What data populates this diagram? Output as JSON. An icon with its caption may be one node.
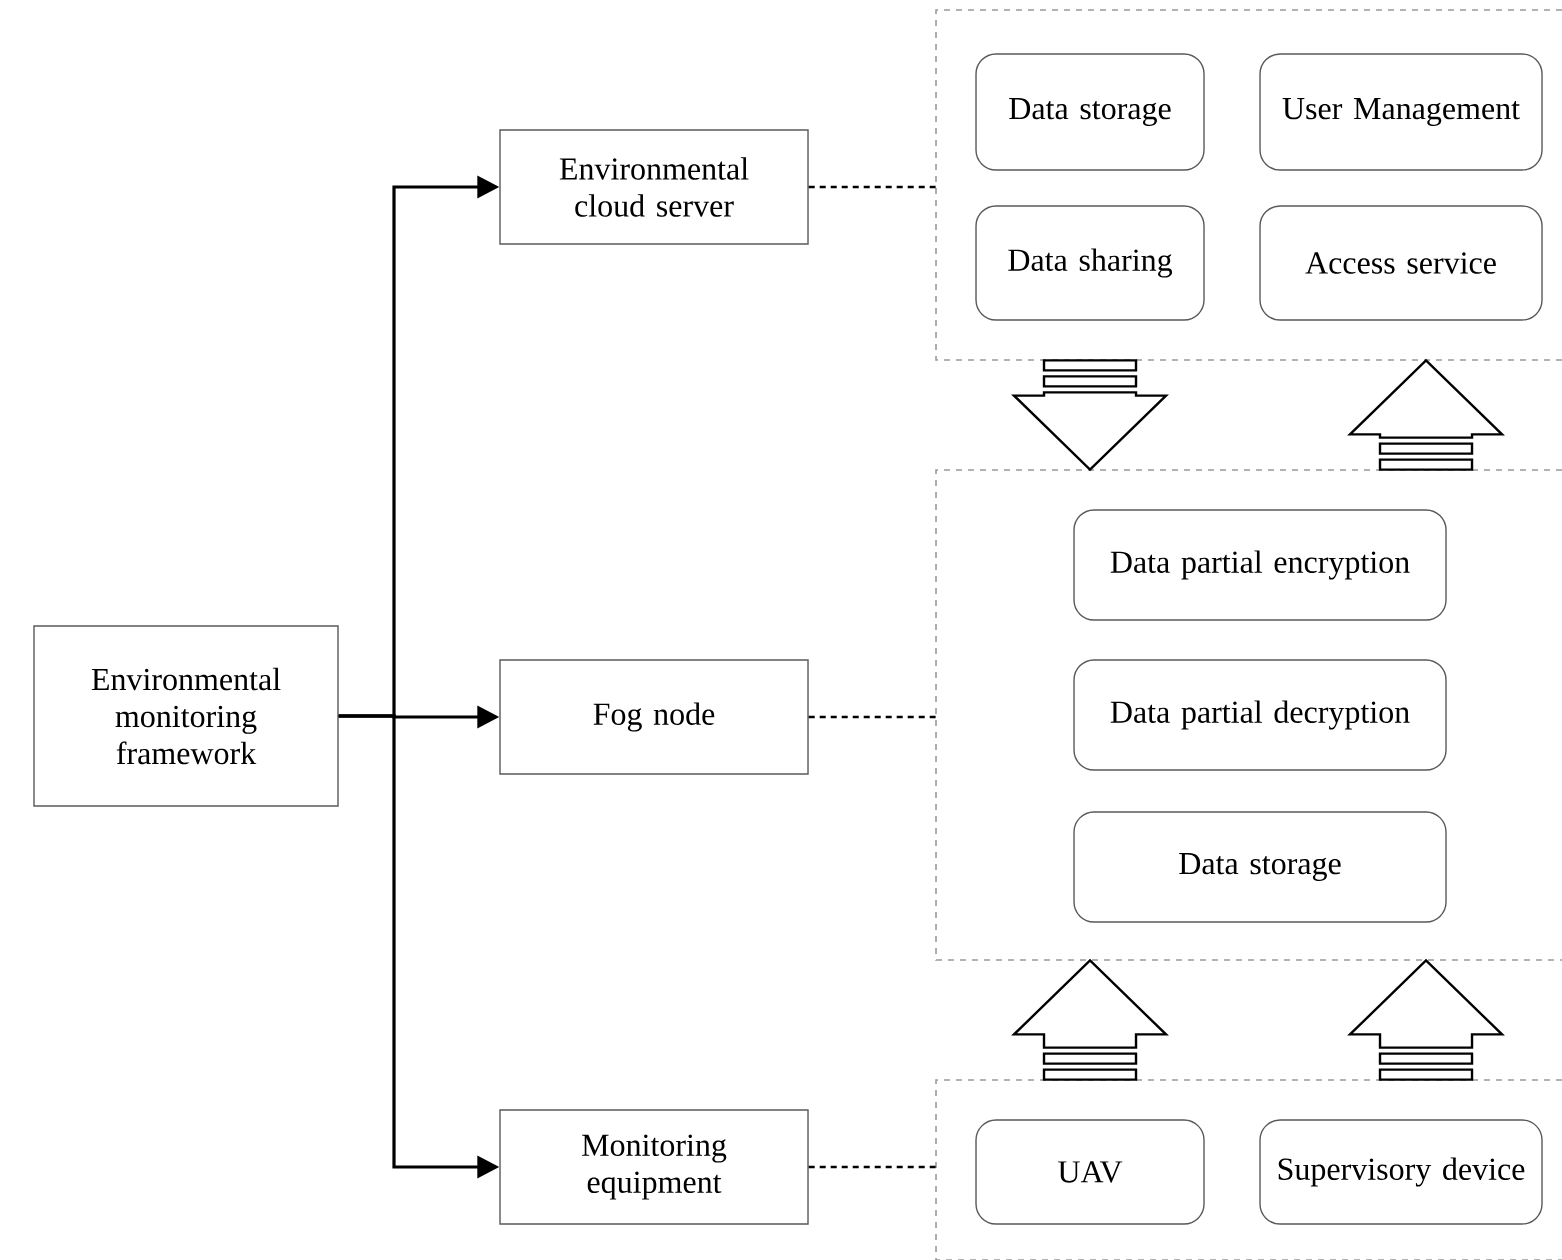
{
  "diagram": {
    "nodes": [
      {
        "text": [
          "Environmental monitoring framework"
        ]
      },
      {
        "text": [
          "Environmental cloud server"
        ]
      },
      {
        "text": [
          "Fog node"
        ]
      },
      {
        "text": [
          "Monitoring equipment"
        ]
      },
      {
        "text": [],
        "shape": "box"
      },
      {
        "text": [
          "Data storage"
        ],
        "in": 4
      },
      {
        "text": [
          "User Management"
        ],
        "in": 4
      },
      {
        "text": [
          "Data sharing"
        ],
        "in": 4
      },
      {
        "text": [
          "Access service"
        ],
        "in": 4
      },
      {
        "text": [],
        "shape": "box"
      },
      {
        "text": [
          "Data partial encryption"
        ],
        "in": 9
      },
      {
        "text": [
          "Data partial decryption"
        ],
        "in": 9
      },
      {
        "text": [
          "Data storage"
        ],
        "in": 9
      },
      {
        "text": [],
        "shape": "box"
      },
      {
        "text": [
          "UAV"
        ],
        "in": 13
      },
      {
        "text": [
          "Supervisory device"
        ],
        "in": 13
      }
    ],
    "edges": [
      {
        "from": 0,
        "to": 1,
        "arrow": "to"
      },
      {
        "from": 0,
        "to": 2,
        "arrow": "to"
      },
      {
        "from": 0,
        "to": 3,
        "arrow": "to"
      },
      {
        "from": 1,
        "to": 4,
        "arrow": "none",
        "style": "dashed"
      },
      {
        "from": 2,
        "to": 9,
        "arrow": "none",
        "style": "dashed"
      },
      {
        "from": 3,
        "to": 13,
        "arrow": "none",
        "style": "dashed"
      },
      {
        "from": 4,
        "to": 9,
        "arrow": "to",
        "style": "thick"
      },
      {
        "from": 9,
        "to": 4,
        "arrow": "to",
        "style": "thick"
      },
      {
        "from": 13,
        "to": 9,
        "arrow": "to",
        "style": "thick"
      },
      {
        "from": 13,
        "to": 9,
        "arrow": "to",
        "style": "thick"
      }
    ]
  }
}
